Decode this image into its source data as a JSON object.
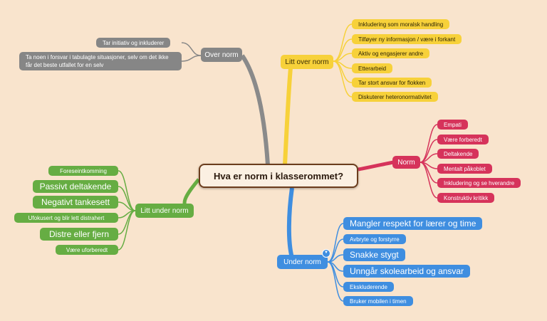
{
  "center": {
    "title": "Hva er norm i klasserommet?"
  },
  "branches": {
    "litt_over": {
      "label": "Litt over norm",
      "color": "#f7d13a",
      "items": [
        "Inkludering som moralsk handling",
        "Tilføyer ny informasjon / være i forkant",
        "Aktiv og engasjerer andre",
        "Etterarbeid",
        "Tar stort ansvar for flokken",
        "Diskuterer heteronormativitet"
      ]
    },
    "norm": {
      "label": "Norm",
      "color": "#d6335b",
      "items": [
        "Empati",
        "Være forberedt",
        "Deltakende",
        "Mentalt påkoblet",
        "Inkludering og se hverandre",
        "Konstruktiv kritikk"
      ]
    },
    "under": {
      "label": "Under norm",
      "color": "#3f8ee0",
      "items": [
        "Mangler respekt for lærer og time",
        "Avbryte og forstyrre",
        "Snakke stygt",
        "Unngår skolearbeid og ansvar",
        "Ekskluderende",
        "Bruker mobilen i timen"
      ]
    },
    "litt_under": {
      "label": "Litt under norm",
      "color": "#66ad43",
      "items": [
        "Foreseintkomming",
        "Passivt deltakende",
        "Negativt tankesett",
        "Ufokusert og blir lett distrahert",
        "Distre eller fjern",
        "Være uforberedt"
      ]
    },
    "over": {
      "label": "Over norm",
      "color": "#868686",
      "items": [
        "Tar initiativ og inkluderer",
        "Ta noen i forsvar i tabulagte situasjoner, selv om det ikke får det beste utfallet for en selv"
      ]
    }
  },
  "collapse_icon": "chevron-down-icon"
}
